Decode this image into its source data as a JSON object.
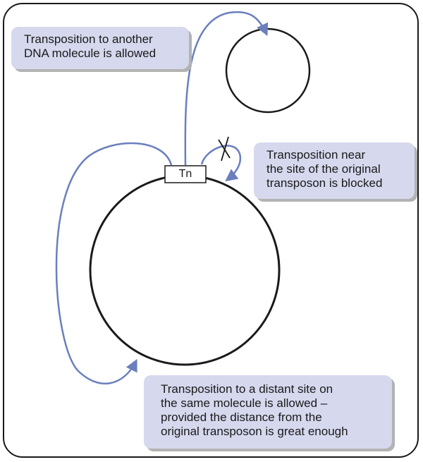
{
  "callouts": {
    "another_molecule": "Transposition to another\nDNA molecule is allowed",
    "near_site": "Transposition near\nthe site of the original\ntransposon is blocked",
    "distant_site": "Transposition to a distant site on\nthe same molecule is allowed –\nprovided the distance from the\noriginal transposon is great enough"
  },
  "transposon_label": "Tn",
  "colors": {
    "arrow": "#6b7fbd",
    "callout_fill": "#d6d8ee",
    "dna": "#1a1a1a"
  }
}
